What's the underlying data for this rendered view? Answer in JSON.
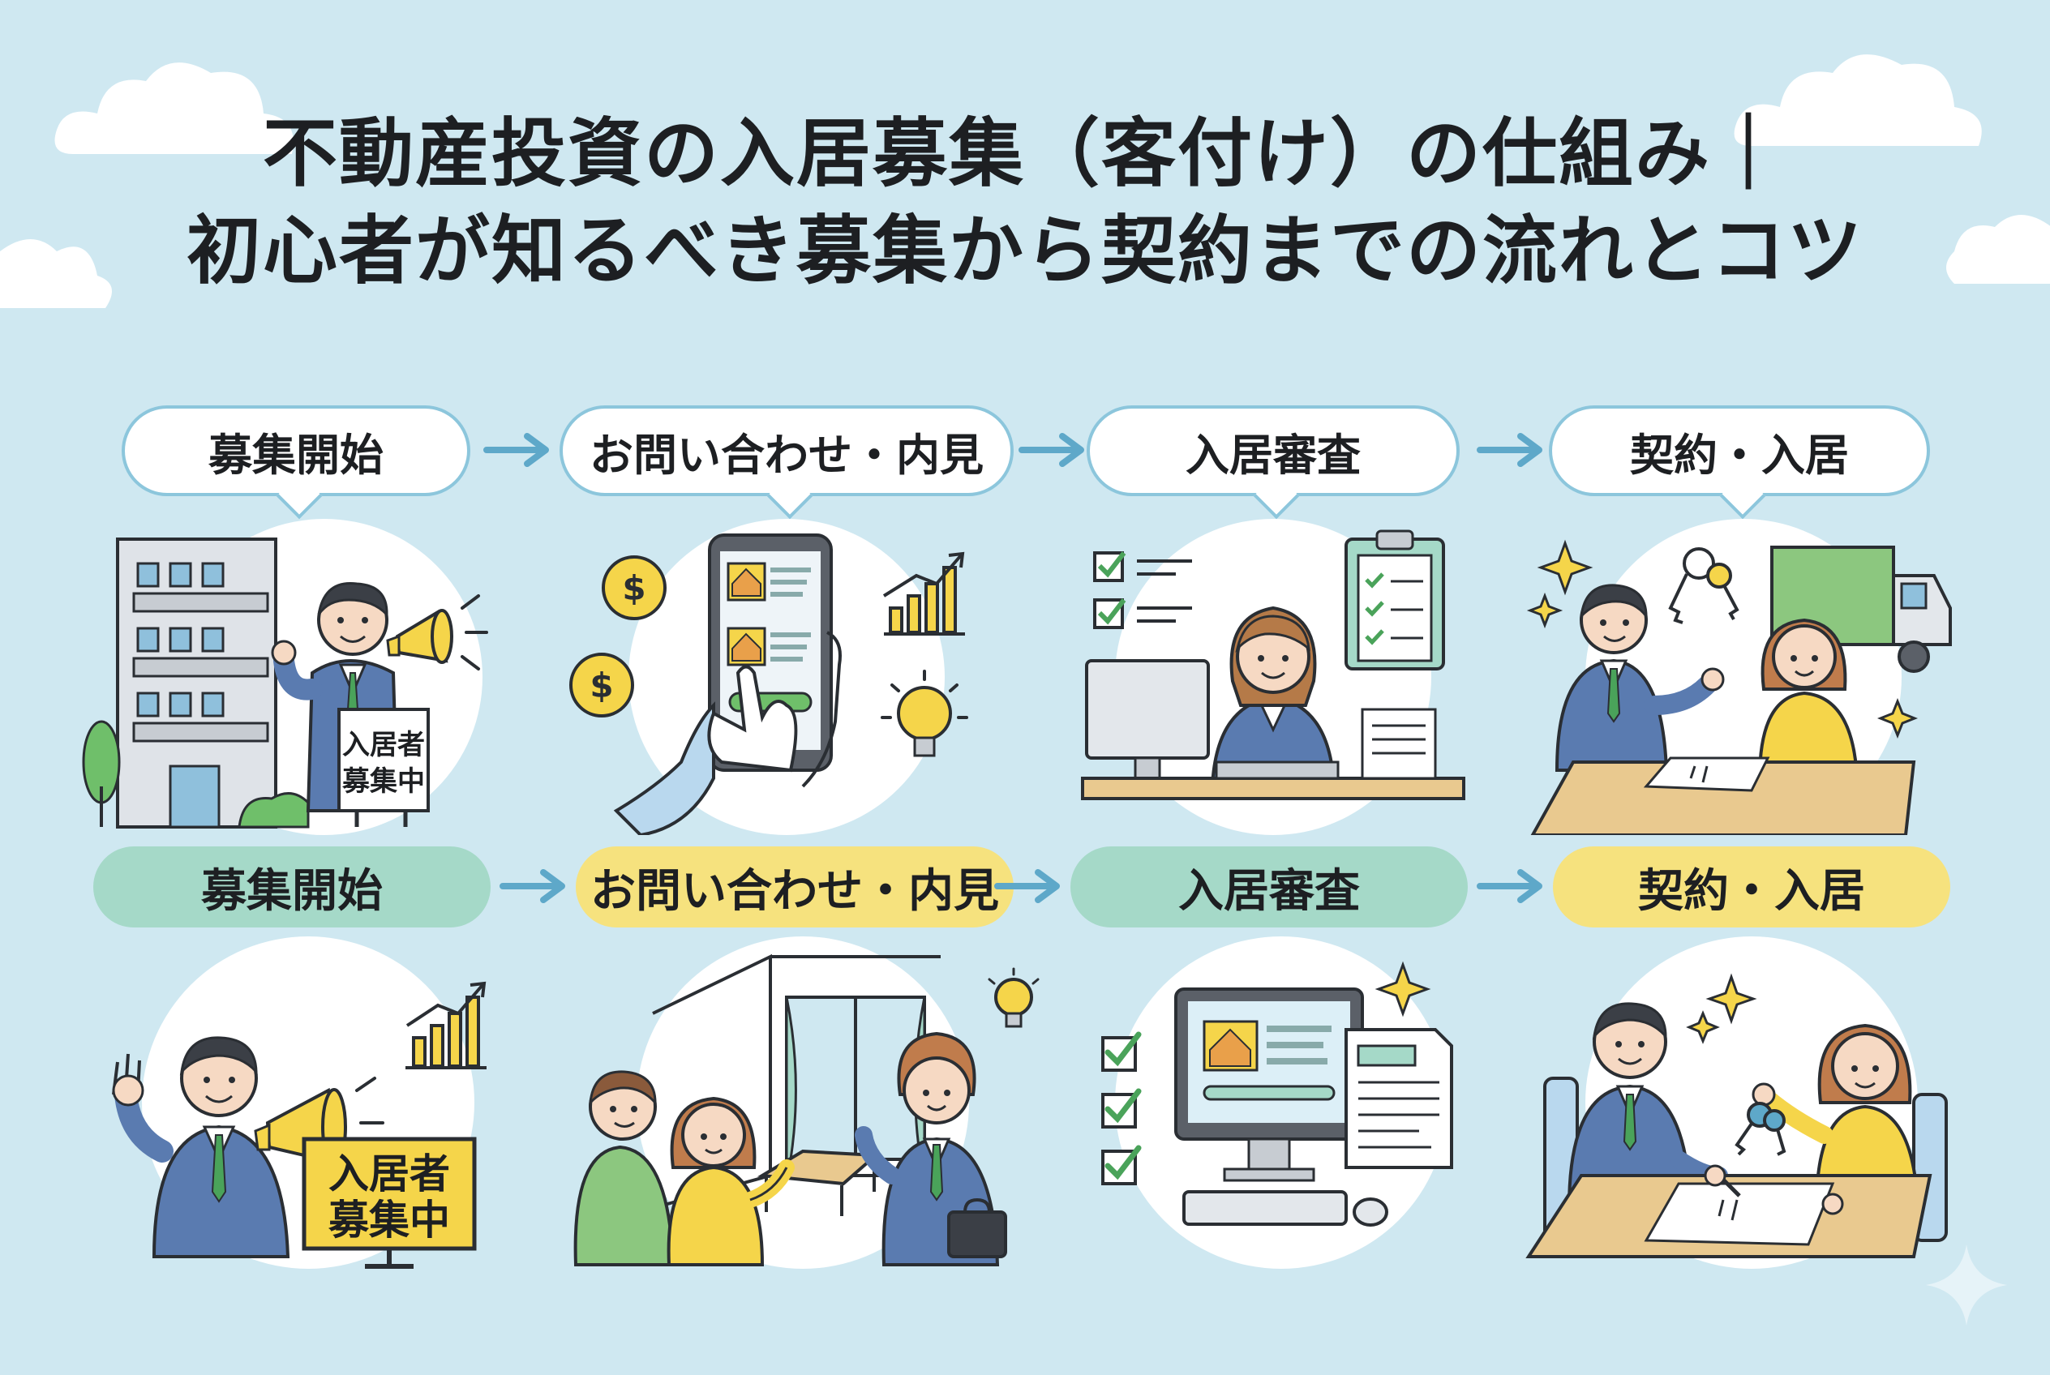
{
  "title": {
    "line1": "不動産投資の入居募集（客付け）の仕組み｜",
    "line2": "初心者が知るべき募集から契約までの流れとコツ"
  },
  "steps_top": [
    {
      "label": "募集開始"
    },
    {
      "label": "お問い合わせ・内見"
    },
    {
      "label": "入居審査"
    },
    {
      "label": "契約・入居"
    }
  ],
  "steps_bottom": [
    {
      "label": "募集開始",
      "color": "#a5d9c8"
    },
    {
      "label": "お問い合わせ・内見",
      "color": "#f6e27e"
    },
    {
      "label": "入居審査",
      "color": "#a5d9c8"
    },
    {
      "label": "契約・入居",
      "color": "#f6e27e"
    }
  ],
  "signs": {
    "top": {
      "line1": "入居者",
      "line2": "募集中"
    },
    "bottom": {
      "line1": "入居者",
      "line2": "募集中"
    }
  },
  "colors": {
    "background": "#cfe8f1",
    "suit": "#5a7bb0",
    "tie": "#4aa35a",
    "accent_yellow": "#f5d54a",
    "accent_green": "#a5d9c8"
  }
}
